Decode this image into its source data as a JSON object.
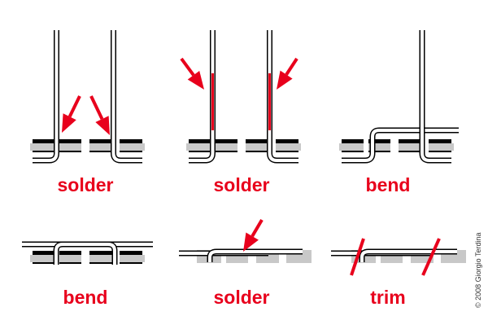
{
  "steps": [
    {
      "label": "solder"
    },
    {
      "label": "solder"
    },
    {
      "label": "bend"
    },
    {
      "label": "bend"
    },
    {
      "label": "solder"
    },
    {
      "label": "trim"
    }
  ],
  "copyright": "© 2008 Giorgio Terdina",
  "colors": {
    "accent": "#e8001c",
    "board": "#c8c8c8",
    "outline": "#000000"
  }
}
